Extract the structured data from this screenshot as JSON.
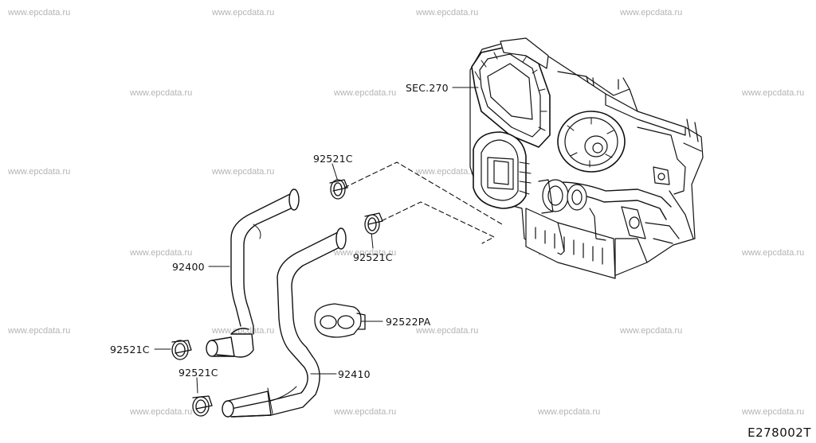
{
  "watermark": "www.epcdata.ru",
  "labels": {
    "sec270": "SEC.270",
    "clamp_top_left": "92521C",
    "clamp_mid": "92521C",
    "hose_92400": "92400",
    "bracket_92522pa": "92522PA",
    "clamp_left": "92521C",
    "clamp_bottom": "92521C",
    "hose_92410": "92410"
  },
  "diagram_code": "E278002T"
}
